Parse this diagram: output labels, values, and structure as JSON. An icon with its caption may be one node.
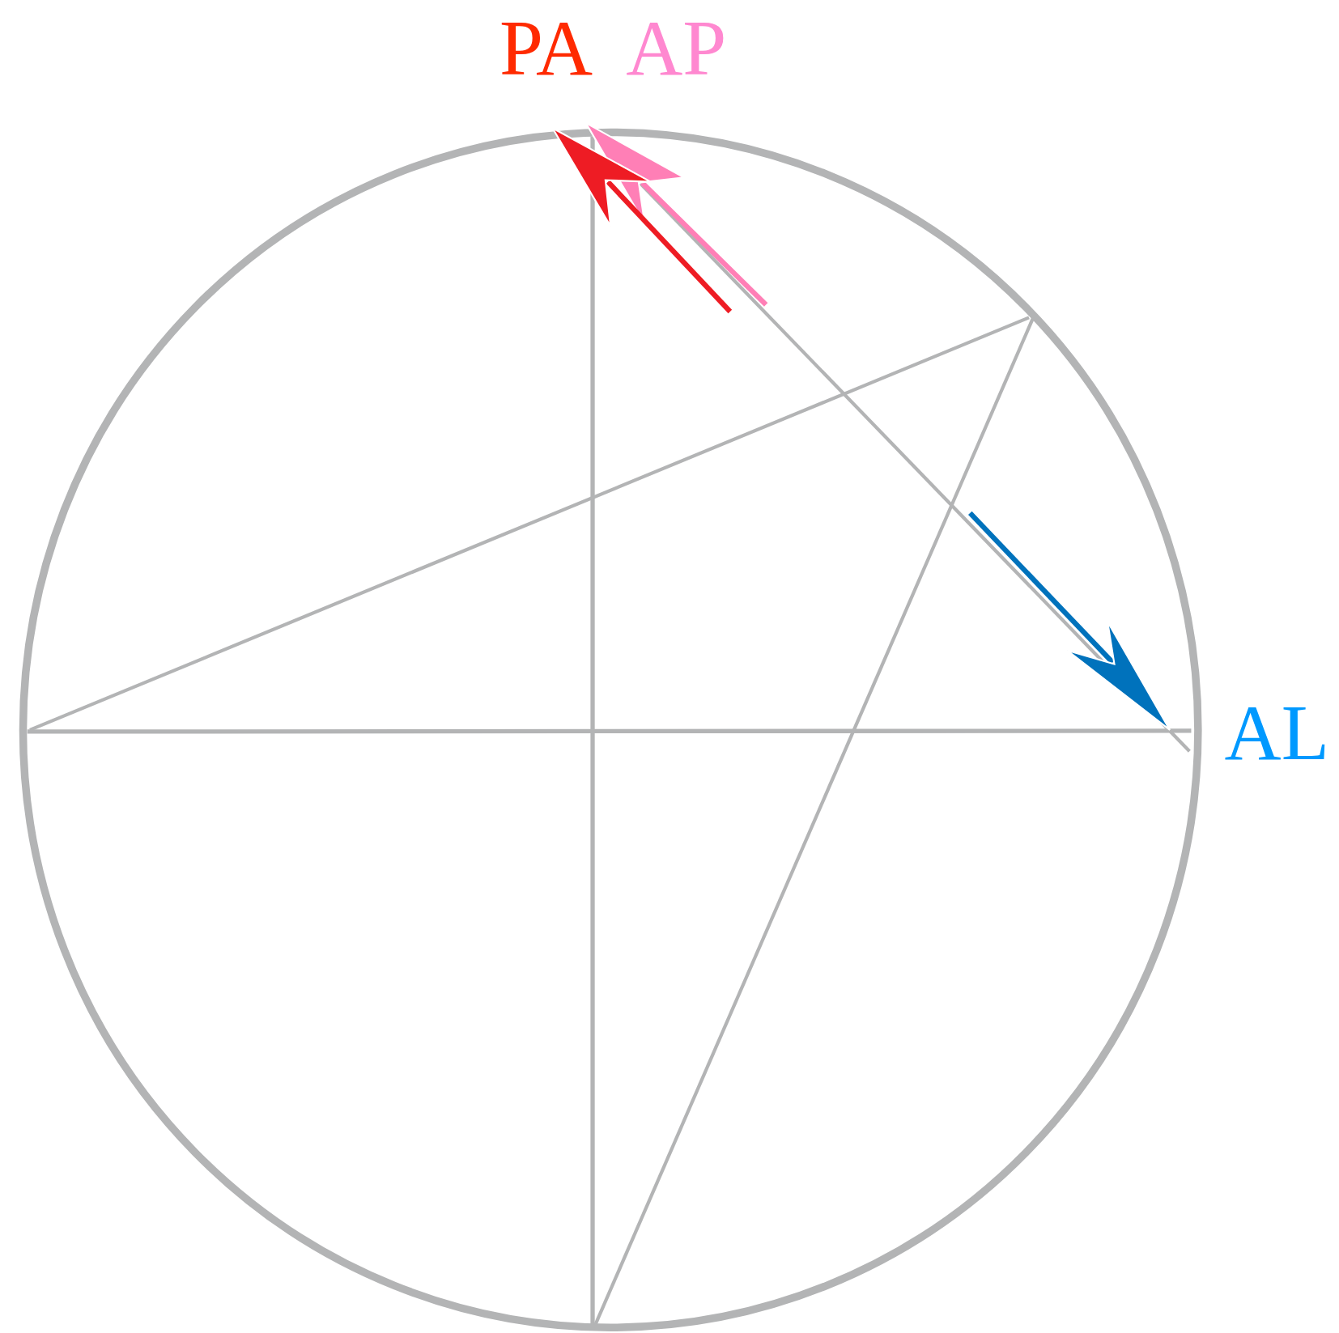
{
  "diagram": {
    "labels": [
      "PA",
      "AP",
      "AL"
    ]
  }
}
